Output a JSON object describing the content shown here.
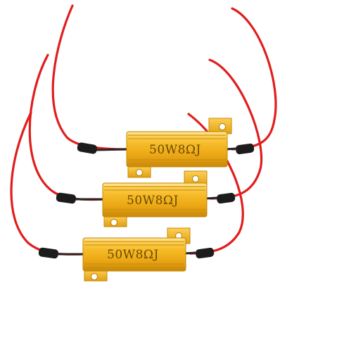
{
  "product": {
    "resistor_marking": "50W8ΩJ",
    "resistor_count": 3,
    "connector_count": 6
  },
  "colors": {
    "wire": "#e01e1e",
    "wire_dark": "#b31212",
    "resistor_body": "#f4b41c",
    "resistor_highlight": "#ffd970",
    "resistor_shadow": "#d08f0a",
    "connector": "#e61c24",
    "connector_dark": "#b3101a",
    "sleeve": "#1c1c1c"
  },
  "icons": [
    "load-resistor-icon",
    "wire-tap-connector-icon"
  ]
}
